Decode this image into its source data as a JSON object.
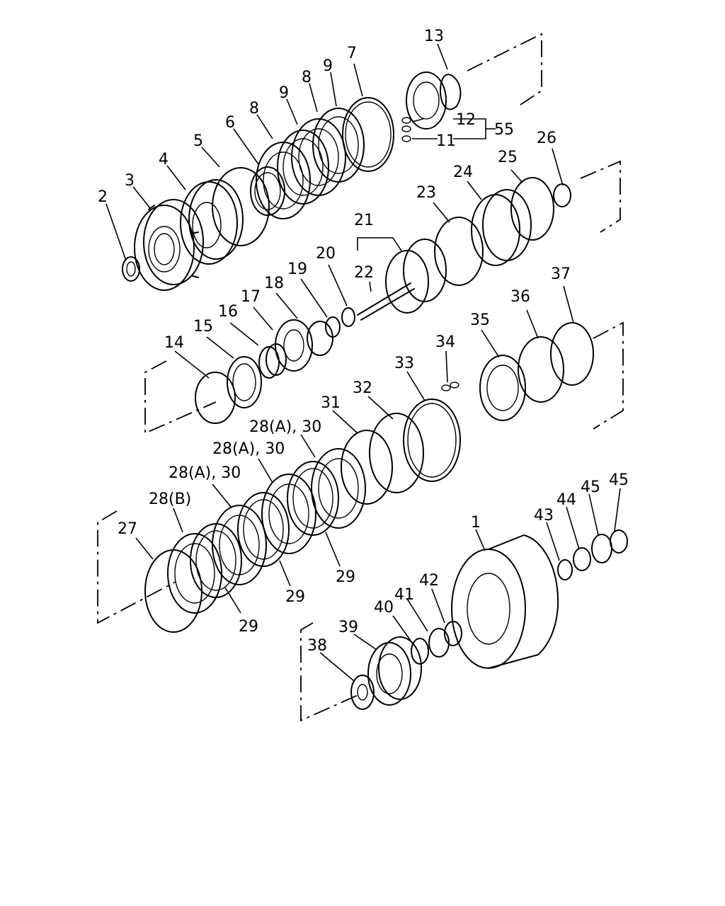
{
  "labels": {
    "l1": "1",
    "l2": "2",
    "l3": "3",
    "l4": "4",
    "l5": "5",
    "l6": "6",
    "l7": "7",
    "l8a": "8",
    "l8b": "8",
    "l9a": "9",
    "l9b": "9",
    "l11": "11",
    "l12": "12",
    "l13": "13",
    "l14": "14",
    "l15": "15",
    "l16": "16",
    "l17": "17",
    "l18": "18",
    "l19": "19",
    "l20": "20",
    "l21": "21",
    "l22": "22",
    "l23": "23",
    "l24": "24",
    "l25": "25",
    "l26": "26",
    "l27": "27",
    "l28b": "28(B)",
    "l28a1": "28(A), 30",
    "l28a2": "28(A), 30",
    "l28a3": "28(A), 30",
    "l29a": "29",
    "l29b": "29",
    "l29c": "29",
    "l31": "31",
    "l32": "32",
    "l33": "33",
    "l34": "34",
    "l35": "35",
    "l36": "36",
    "l37": "37",
    "l38": "38",
    "l39": "39",
    "l40": "40",
    "l41": "41",
    "l42": "42",
    "l43": "43",
    "l44": "44",
    "l45a": "45",
    "l45b": "45",
    "l55": "55"
  }
}
